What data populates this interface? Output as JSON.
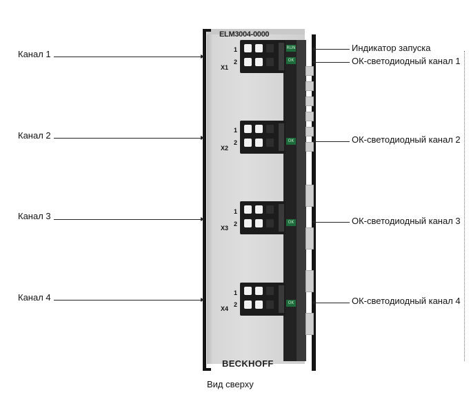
{
  "module": {
    "model": "ELM3004-0000",
    "brand": "BECKHOFF"
  },
  "left_labels": [
    "Канал 1",
    "Канал 2",
    "Канал 3",
    "Канал 4"
  ],
  "right_labels": {
    "run": "Индикатор запуска",
    "ok": [
      "ОК-светодиодный канал 1",
      "ОК-светодиодный канал 2",
      "ОК-светодиодный канал 3",
      "ОК-светодиодный канал 4"
    ]
  },
  "connectors": [
    "X1",
    "X2",
    "X3",
    "X4"
  ],
  "pins": [
    "1",
    "2"
  ],
  "leds": {
    "run": "RUN",
    "ok": "OK"
  },
  "caption": "Вид сверху"
}
